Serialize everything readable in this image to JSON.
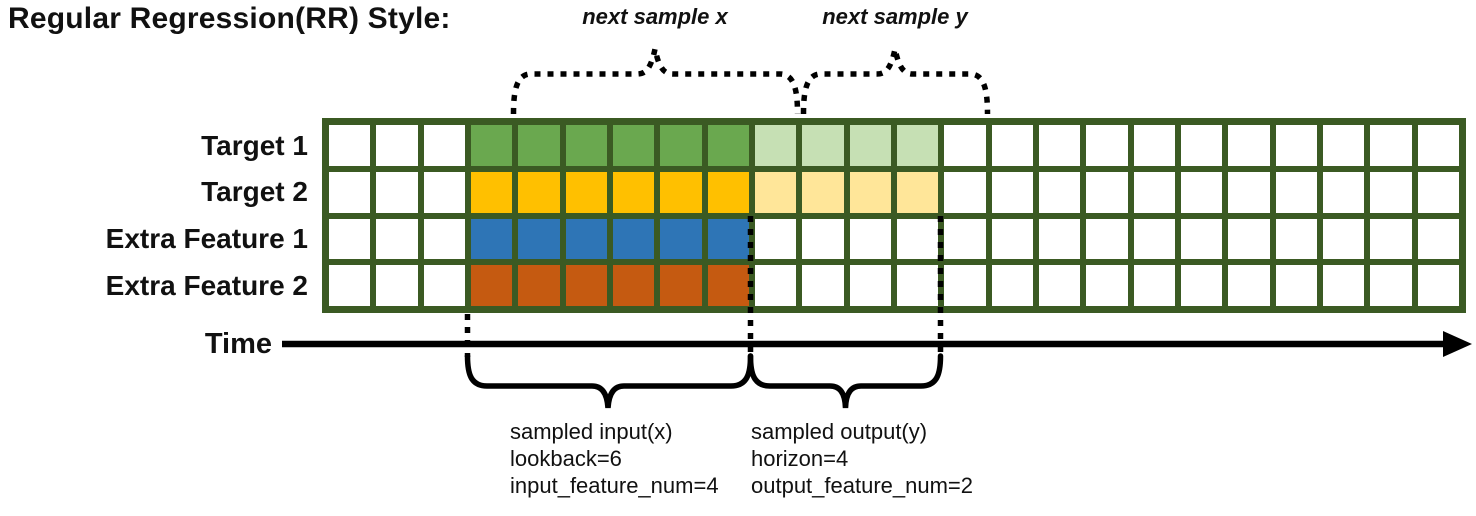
{
  "title": "Regular Regression(RR) Style:",
  "top_annotations": {
    "next_sample_x": "next sample x",
    "next_sample_y": "next sample y"
  },
  "colors": {
    "grid_border": "#3B5A23",
    "cell_empty": "#FFFFFF",
    "annotation": "#000000"
  },
  "rows": [
    {
      "label": "Target 1",
      "input_color": "#6AA84F",
      "output_color": "#C6E0B4"
    },
    {
      "label": "Target 2",
      "input_color": "#FFC000",
      "output_color": "#FFE699"
    },
    {
      "label": "Extra Feature 1",
      "input_color": "#2E75B6",
      "output_color": null
    },
    {
      "label": "Extra Feature 2",
      "input_color": "#C55A11",
      "output_color": null
    }
  ],
  "grid": {
    "total_columns": 24,
    "input_start_col": 3,
    "lookback": 6,
    "horizon": 4
  },
  "time_axis": {
    "label": "Time"
  },
  "sampled_input": {
    "lines": [
      "sampled input(x)",
      "lookback=6",
      "input_feature_num=4"
    ]
  },
  "sampled_output": {
    "lines": [
      "sampled output(y)",
      "horizon=4",
      "output_feature_num=2"
    ]
  }
}
